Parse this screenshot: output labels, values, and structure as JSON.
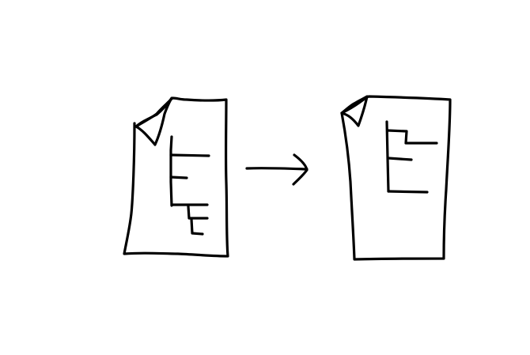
{
  "diagram": {
    "background_color": "#ffffff",
    "stroke_color": "#000000",
    "elements": [
      {
        "name": "source-document",
        "description_icon": "document-with-tree-structure-icon"
      },
      {
        "name": "transform-arrow",
        "description_icon": "right-arrow-icon"
      },
      {
        "name": "result-document",
        "description_icon": "document-with-flattened-structure-icon"
      }
    ]
  }
}
